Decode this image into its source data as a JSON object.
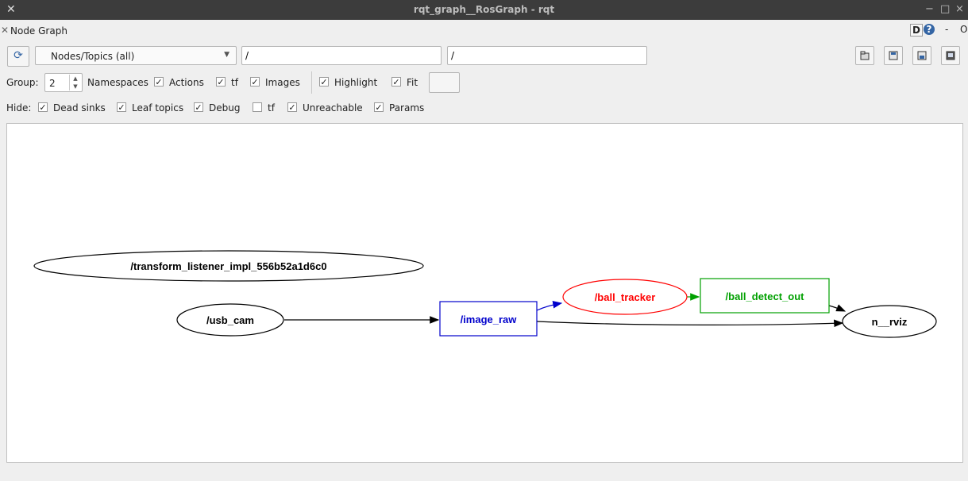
{
  "window": {
    "title": "rqt_graph__RosGraph - rqt",
    "controls": [
      "−",
      "□",
      "×"
    ]
  },
  "plugin": {
    "title": "Node Graph",
    "d_label": "D",
    "help_label": "?",
    "minimize_label": "-",
    "close_label": "O"
  },
  "toolbar": {
    "view_mode": "Nodes/Topics (all)",
    "node_filter": "/",
    "topic_filter": "/"
  },
  "options": {
    "group_label": "Group:",
    "group_value": "2",
    "namespaces": {
      "label": "Namespaces",
      "checked": true
    },
    "actions": {
      "label": "Actions",
      "checked": true
    },
    "tf": {
      "label": "tf",
      "checked": true
    },
    "images": {
      "label": "Images",
      "checked": true
    },
    "highlight": {
      "label": "Highlight",
      "checked": true
    },
    "fit": {
      "label": "Fit",
      "checked": true
    }
  },
  "hide": {
    "label": "Hide:",
    "dead_sinks": {
      "label": "Dead sinks",
      "checked": true
    },
    "leaf_topics": {
      "label": "Leaf topics",
      "checked": true
    },
    "debug": {
      "label": "Debug",
      "checked": true
    },
    "tf": {
      "label": "tf",
      "checked": false
    },
    "unreachable": {
      "label": "Unreachable",
      "checked": true
    },
    "params": {
      "label": "Params",
      "checked": true
    }
  },
  "graph": {
    "nodes": {
      "transform_listener": "/transform_listener_impl_556b52a1d6c0",
      "usb_cam": "/usb_cam",
      "image_raw": "/image_raw",
      "ball_tracker": "/ball_tracker",
      "ball_detect_out": "/ball_detect_out",
      "rviz": "n__rviz"
    },
    "colors": {
      "image_raw": "#0000cc",
      "ball_tracker": "#ff0000",
      "ball_detect_out": "#00a000",
      "default": "#000000"
    }
  }
}
